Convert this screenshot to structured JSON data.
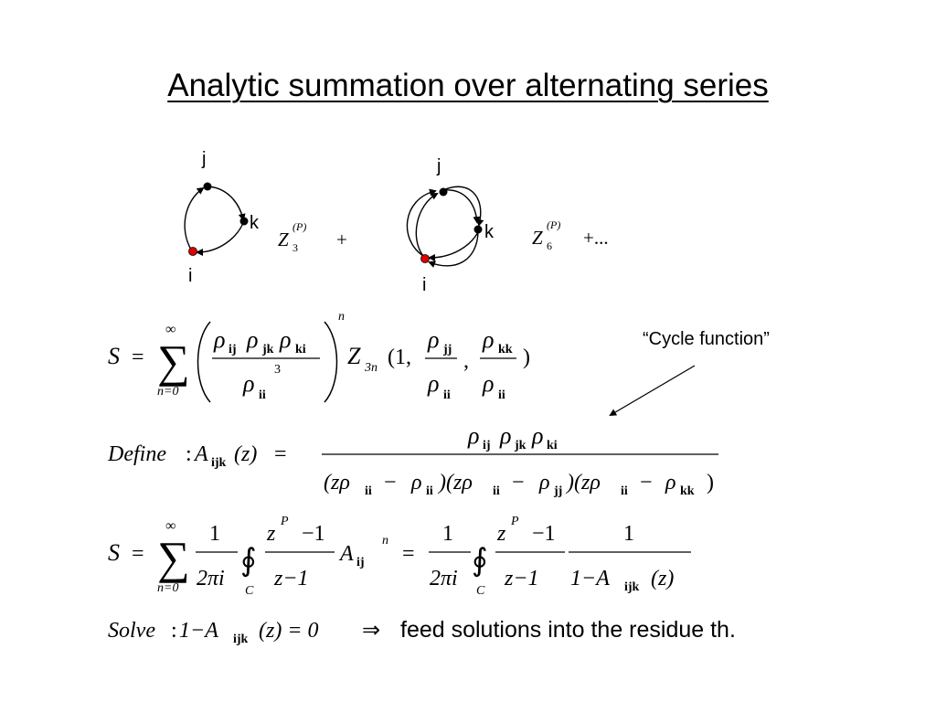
{
  "title": "Analytic summation over alternating series",
  "graph_labels": {
    "j": "j",
    "k": "k",
    "i": "i"
  },
  "annotation": "“Cycle function”",
  "eq1": {
    "S": "S",
    "eq": "=",
    "sum": "∑",
    "inf": "∞",
    "n0": "n=0",
    "rho": "ρ",
    "ij": "ij",
    "jk": "jk",
    "ki": "ki",
    "ii": "ii",
    "jj": "jj",
    "kk": "kk",
    "three": "3",
    "n": "n",
    "Z": "Z",
    "threen": "3n",
    "args_open": "(1,",
    "comma": ",",
    "close": ")"
  },
  "graph_terms": {
    "Z": "Z",
    "sub3": "3",
    "sub6": "6",
    "supP": "(P)",
    "plus": "+",
    "plus_dots": "+..."
  },
  "define": {
    "label": "Define",
    "colon": ":",
    "A": "A",
    "ijk": "ijk",
    "z_arg": "(z)",
    "eq": "=",
    "numer_rho": "ρ",
    "d_open": "(zρ",
    "d_minus": "−",
    "d_mid": ")(zρ",
    "d_close": ")"
  },
  "eq3": {
    "S": "S",
    "eq": "=",
    "one": "1",
    "twopi": "2πi",
    "contour": "∮",
    "C": "C",
    "z": "z",
    "P": "P",
    "minus1": "−1",
    "zminus1": "z−1",
    "A": "A",
    "n": "n",
    "one_minus_A": "1−A",
    "z_arg": "(z)"
  },
  "solve": {
    "label": "Solve",
    "colon": ":",
    "lhs": "1−A",
    "ijk": "ijk",
    "rhs": "(z) = 0",
    "implies": "⇒",
    "text": "feed solutions  into the residue th."
  }
}
